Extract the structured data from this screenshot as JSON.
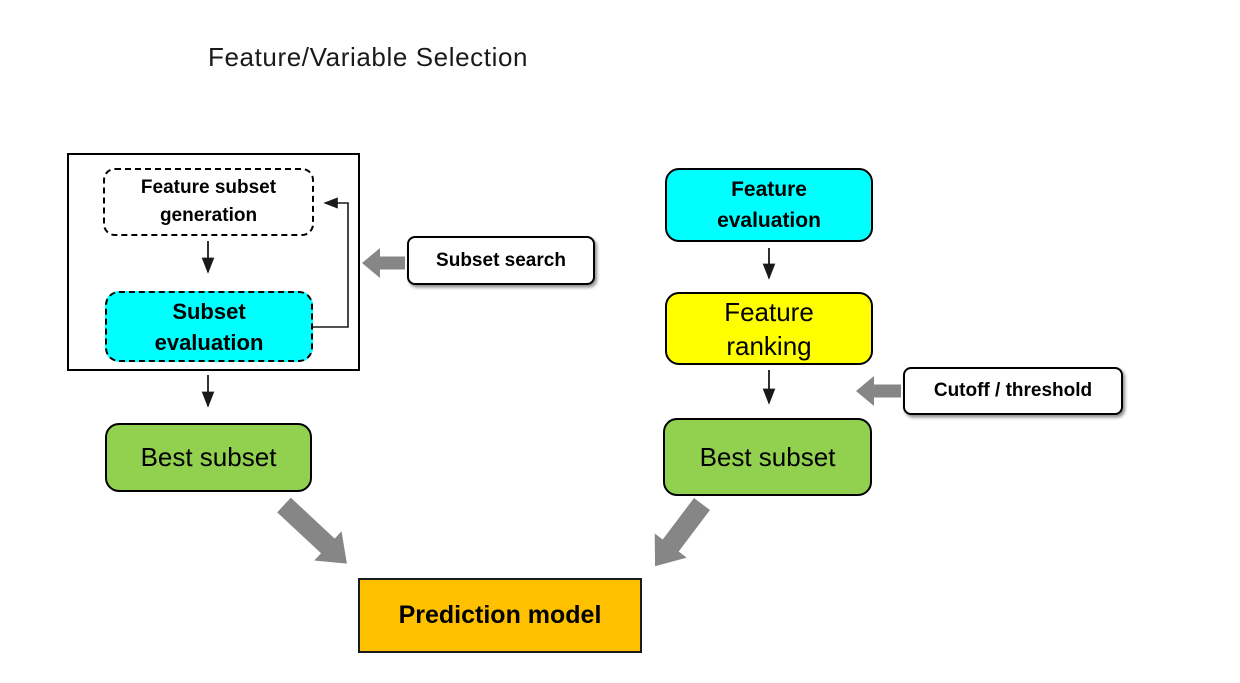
{
  "title": "Feature/Variable Selection",
  "left_flow": {
    "feature_subset_generation": "Feature subset\ngeneration",
    "subset_evaluation": "Subset\nevaluation",
    "subset_search": "Subset search",
    "best_subset": "Best subset"
  },
  "right_flow": {
    "feature_evaluation": "Feature\nevaluation",
    "feature_ranking": "Feature\nranking",
    "cutoff_threshold": "Cutoff / threshold",
    "best_subset": "Best subset"
  },
  "output": {
    "prediction_model": "Prediction model"
  },
  "colors": {
    "cyan": "#00FFFF",
    "yellow": "#FFFF00",
    "green": "#92D050",
    "orange": "#FFC000",
    "arrow_gray": "#868686",
    "line_black": "#1a1a1a",
    "background": "#FFFFFF"
  }
}
